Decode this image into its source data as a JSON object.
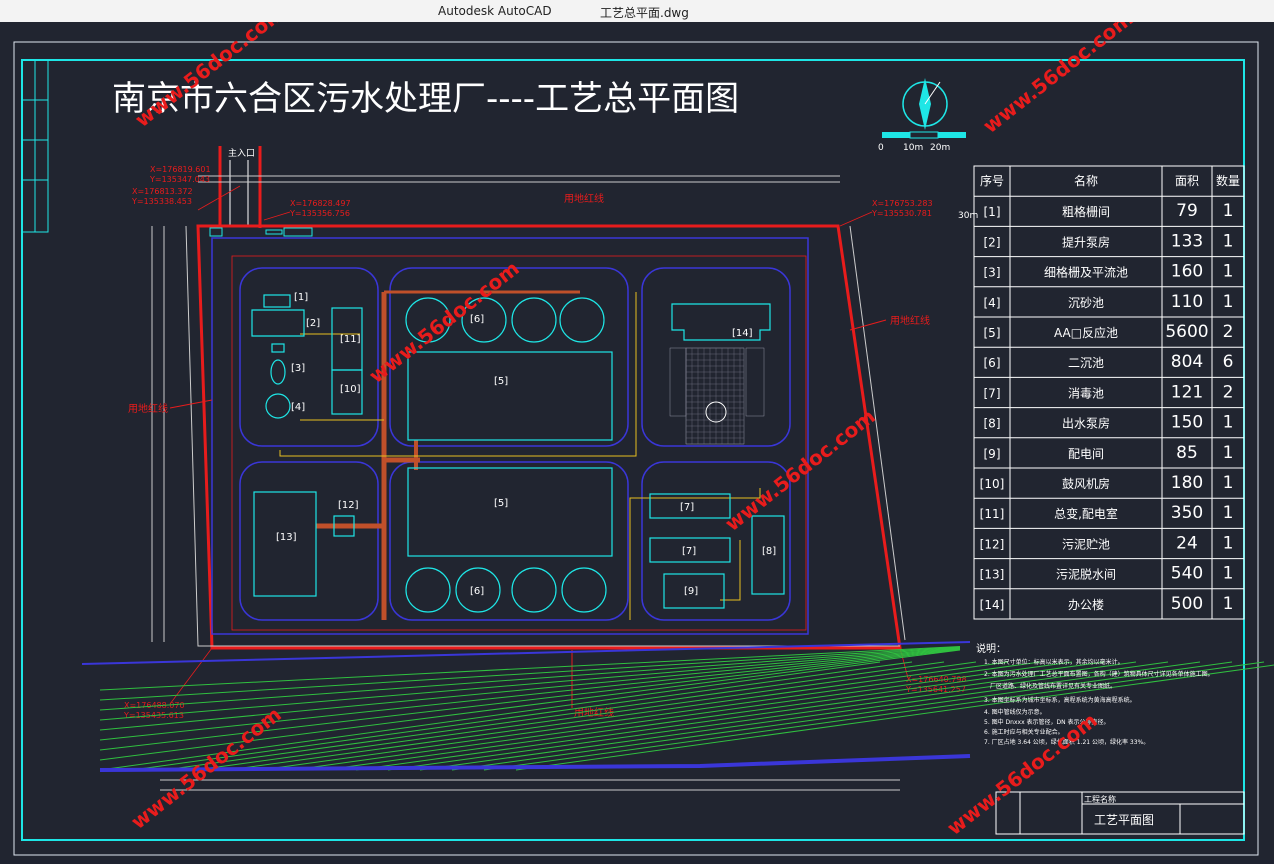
{
  "window": {
    "app": "Autodesk AutoCAD",
    "file": "工艺总平面.dwg"
  },
  "drawing": {
    "title": "南京市六合区污水处理厂----工艺总平面图",
    "scale_labels": [
      "0",
      "10m",
      "20m"
    ],
    "entrance": "主入口",
    "boundary_label": "用地红线",
    "dim_30m": "30m",
    "coords": [
      "X=176819.601",
      "Y=135347.043",
      "X=176813.372",
      "Y=135338.453",
      "X=176828.497",
      "Y=135356.756",
      "X=176753.283",
      "Y=135530.781",
      "X=176488.070",
      "Y=135435.613",
      "X=176640.798",
      "Y=135641.257"
    ],
    "labels": [
      "[1]",
      "[2]",
      "[3]",
      "[4]",
      "[5]",
      "[6]",
      "[7]",
      "[8]",
      "[9]",
      "[10]",
      "[11]",
      "[12]",
      "[13]",
      "[14]"
    ],
    "notes_title": "说明：",
    "notes": [
      "1. 本图尺寸单位：标高以米表示，其余均以毫米计。",
      "2. 本图为污水处理厂工艺总平面布置图，各构（建）筑物具体尺寸详见各单体施工图。",
      "   厂区道路、绿化及管线布置详见有关专业图纸。",
      "3. 本图坐标系为城市坐标系，高程系统为黄海高程系统。",
      "4. 图中管线仅为示意。",
      "5. 图中 Dnxxx 表示管径，DN 表示公称直径。",
      "6. 施工时应与相关专业配合。",
      "7. 厂区占地 3.64 公顷，绿化面积 1.21 公顷，绿化率 33%。"
    ],
    "titleblock": {
      "project_label": "工程名称",
      "drawing_name": "工艺平面图"
    },
    "watermark": "www.56doc.com"
  },
  "table": {
    "headers": [
      "序号",
      "名称",
      "面积",
      "数量"
    ],
    "rows": [
      [
        "[1]",
        "粗格栅间",
        "79",
        "1"
      ],
      [
        "[2]",
        "提升泵房",
        "133",
        "1"
      ],
      [
        "[3]",
        "细格栅及平流池",
        "160",
        "1"
      ],
      [
        "[4]",
        "沉砂池",
        "110",
        "1"
      ],
      [
        "[5]",
        "AA□反应池",
        "5600",
        "2"
      ],
      [
        "[6]",
        "二沉池",
        "804",
        "6"
      ],
      [
        "[7]",
        "消毒池",
        "121",
        "2"
      ],
      [
        "[8]",
        "出水泵房",
        "150",
        "1"
      ],
      [
        "[9]",
        "配电间",
        "85",
        "1"
      ],
      [
        "[10]",
        "鼓风机房",
        "180",
        "1"
      ],
      [
        "[11]",
        "总变,配电室",
        "350",
        "1"
      ],
      [
        "[12]",
        "污泥贮池",
        "24",
        "1"
      ],
      [
        "[13]",
        "污泥脱水间",
        "540",
        "1"
      ],
      [
        "[14]",
        "办公楼",
        "500",
        "1"
      ]
    ]
  }
}
